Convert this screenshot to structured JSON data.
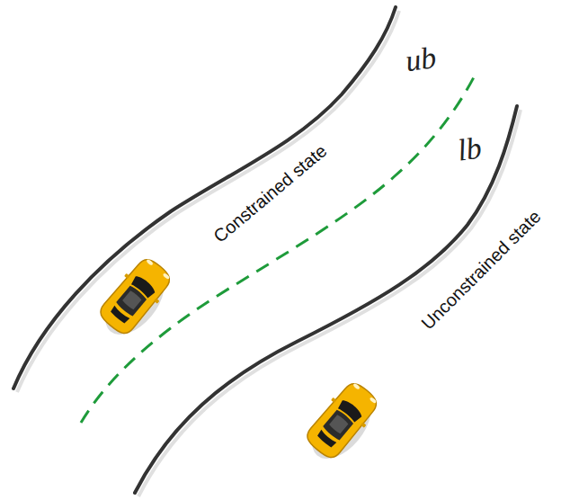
{
  "diagram": {
    "labels": [
      "ub",
      "Constrained state",
      "lb",
      "Unconstrained state"
    ]
  }
}
